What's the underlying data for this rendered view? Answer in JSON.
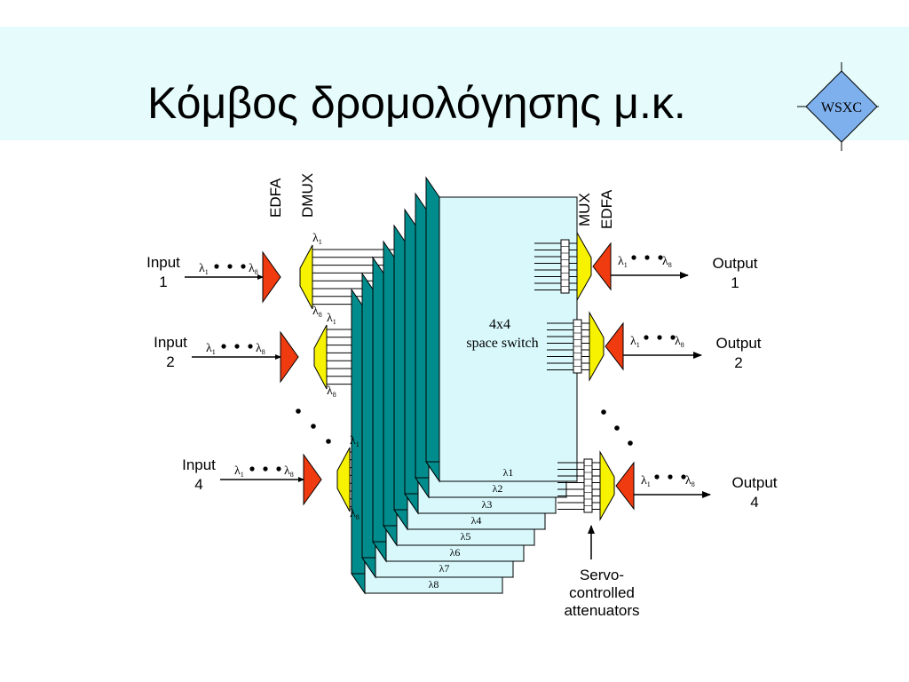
{
  "title": "Κόμβος δρομολόγησης μ.κ.",
  "logo": "WSXC",
  "inputs": [
    {
      "line1": "Input",
      "line2": "1"
    },
    {
      "line1": "Input",
      "line2": "2"
    },
    {
      "line1": "Input",
      "line2": "4"
    }
  ],
  "outputs": [
    {
      "line1": "Output",
      "line2": "1"
    },
    {
      "line1": "Output",
      "line2": "2"
    },
    {
      "line1": "Output",
      "line2": "4"
    }
  ],
  "labels": {
    "edfa_in": "EDFA",
    "dmux": "DMUX",
    "mux": "MUX",
    "edfa_out": "EDFA",
    "switch_line1": "4x4",
    "switch_line2": "space switch",
    "servo1": "Servo-",
    "servo2": "controlled",
    "servo3": "attenuators"
  },
  "lambda": {
    "symbol": "λ",
    "first_sub": "1",
    "last_sub": "8"
  },
  "planes": [
    "λ1",
    "λ2",
    "λ3",
    "λ4",
    "λ5",
    "λ6",
    "λ7",
    "λ8"
  ],
  "colors": {
    "header_bg": "#e6fcfc",
    "logo_fill": "#7fb0ee",
    "edfa": "#f03a10",
    "demux": "#f6f200",
    "plane_side": "#008c8c",
    "plane_face": "#d8f8fc"
  }
}
